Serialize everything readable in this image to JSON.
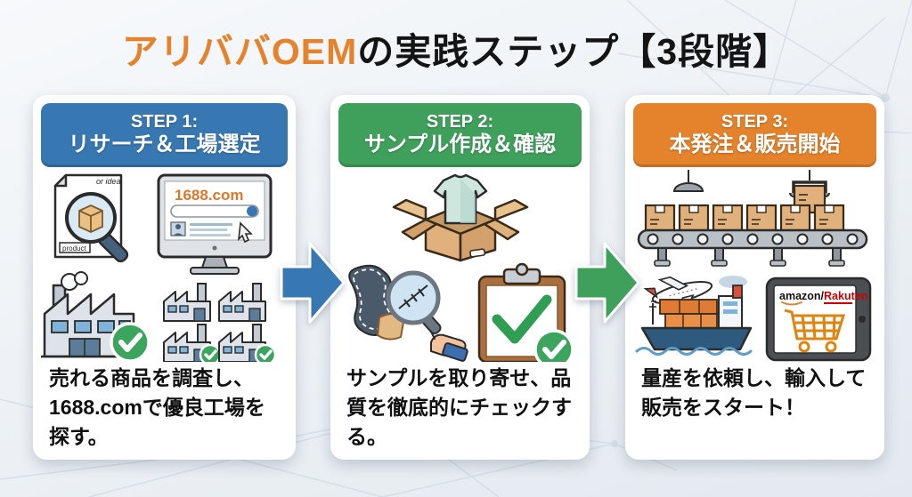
{
  "title": {
    "highlight": "アリババOEM",
    "rest": "の実践ステップ【3段階】"
  },
  "colors": {
    "title_highlight": "#e5832d",
    "step1_header": "#3878b2",
    "step2_header": "#3fa05c",
    "step3_header": "#e4832c",
    "arrow1": "#3878b2",
    "arrow2": "#3fa05c",
    "check_green": "#3ba55d",
    "card_background": "#ffffff",
    "page_background": "#eef2f6"
  },
  "steps": [
    {
      "label_line1": "STEP 1:",
      "label_line2": "リサーチ＆工場選定",
      "description": "売れる商品を調査し、1688.comで優良工場を探す。"
    },
    {
      "label_line1": "STEP 2:",
      "label_line2": "サンプル作成＆確認",
      "description": "サンプルを取り寄せ、品質を徹底的にチェックする。"
    },
    {
      "label_line1": "STEP 3:",
      "label_line2": "本発注＆販売開始",
      "description": "量産を依頼し、輸入して販売をスタート！"
    }
  ],
  "illustrations": {
    "step1": {
      "doc_tag": "product",
      "doc_note": "or idea",
      "website": "1688.com"
    },
    "step3": {
      "amazon": "amazon",
      "separator": "/",
      "rakuten": "Rakuten"
    }
  }
}
